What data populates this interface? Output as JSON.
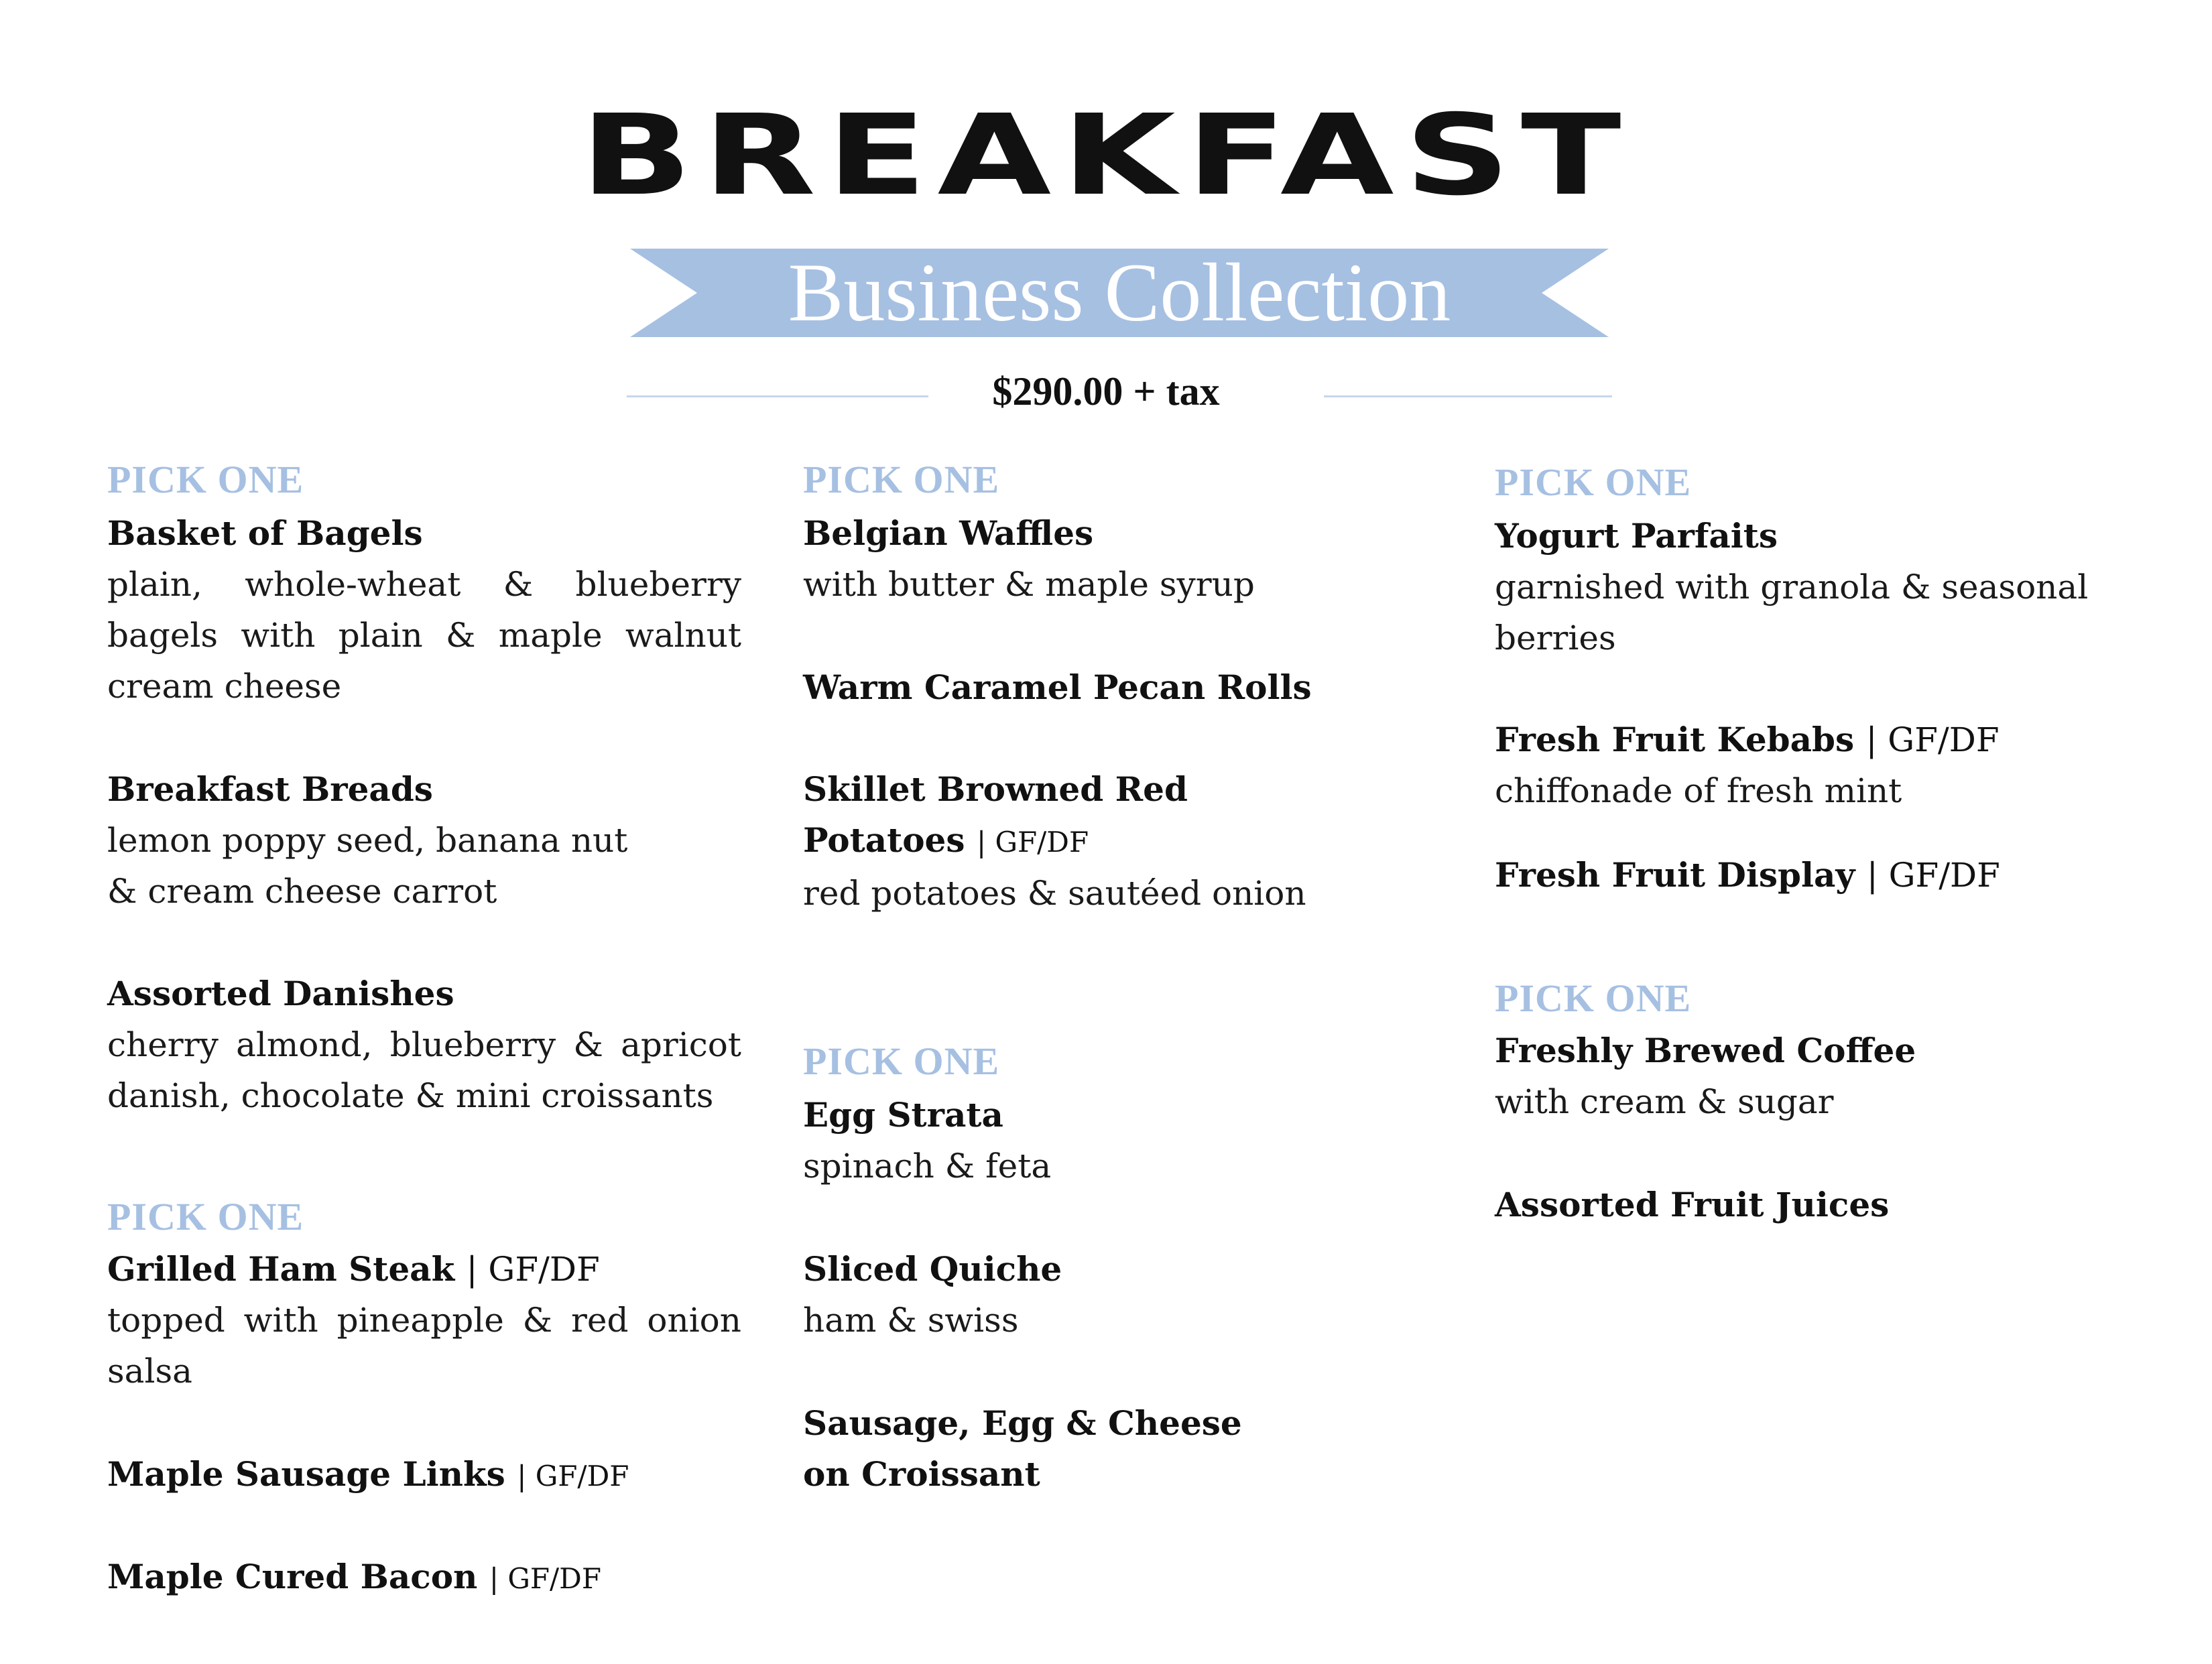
{
  "menu": {
    "title": "BREAKFAST",
    "banner": "Business Collection",
    "price": "$290.00 + tax",
    "colors": {
      "accent": "#a6c0e2",
      "rule": "#c7d6ec",
      "text": "#111111"
    }
  },
  "col1": {
    "g1": {
      "pick": "PICK ONE",
      "i1": {
        "name": "Basket of Bagels",
        "desc": "plain, whole-wheat & blueberry bagels with plain & maple walnut cream cheese"
      },
      "i2": {
        "name": "Breakfast Breads",
        "desc1": "lemon poppy seed, banana nut",
        "desc2": "& cream cheese carrot"
      },
      "i3": {
        "name": "Assorted Danishes",
        "desc": "cherry almond, blueberry & apricot danish, chocolate & mini croissants"
      }
    },
    "g2": {
      "pick": "PICK ONE",
      "i1": {
        "name": "Grilled Ham Steak",
        "tag": "| GF/DF",
        "desc": "topped with pineapple & red onion salsa"
      },
      "i2": {
        "name": "Maple Sausage Links",
        "tag": "| GF/DF"
      },
      "i3": {
        "name": "Maple Cured Bacon",
        "tag": "| GF/DF"
      }
    }
  },
  "col2": {
    "g1": {
      "pick": "PICK ONE",
      "i1": {
        "name": "Belgian Waffles",
        "desc": "with butter & maple syrup"
      },
      "i2": {
        "name": "Warm Caramel Pecan Rolls"
      },
      "i3": {
        "name1": "Skillet Browned Red",
        "name2": "Potatoes",
        "tag": "| GF/DF",
        "desc": "red potatoes & sautéed onion"
      }
    },
    "g2": {
      "pick": "PICK ONE",
      "i1": {
        "name": "Egg Strata",
        "desc": "spinach & feta"
      },
      "i2": {
        "name": "Sliced Quiche",
        "desc": "ham & swiss"
      },
      "i3": {
        "name1": "Sausage, Egg & Cheese",
        "name2": "on Croissant"
      }
    }
  },
  "col3": {
    "g1": {
      "pick": "PICK ONE",
      "i1": {
        "name": "Yogurt Parfaits",
        "desc1": "garnished with granola & seasonal",
        "desc2": "berries"
      },
      "i2": {
        "name": "Fresh Fruit Kebabs",
        "tag": "| GF/DF",
        "desc": "chiffonade of fresh mint"
      },
      "i3": {
        "name": "Fresh Fruit Display",
        "tag": "| GF/DF"
      }
    },
    "g2": {
      "pick": "PICK ONE",
      "i1": {
        "name": "Freshly Brewed Coffee",
        "desc": "with cream & sugar"
      },
      "i2": {
        "name": "Assorted Fruit Juices"
      }
    }
  }
}
